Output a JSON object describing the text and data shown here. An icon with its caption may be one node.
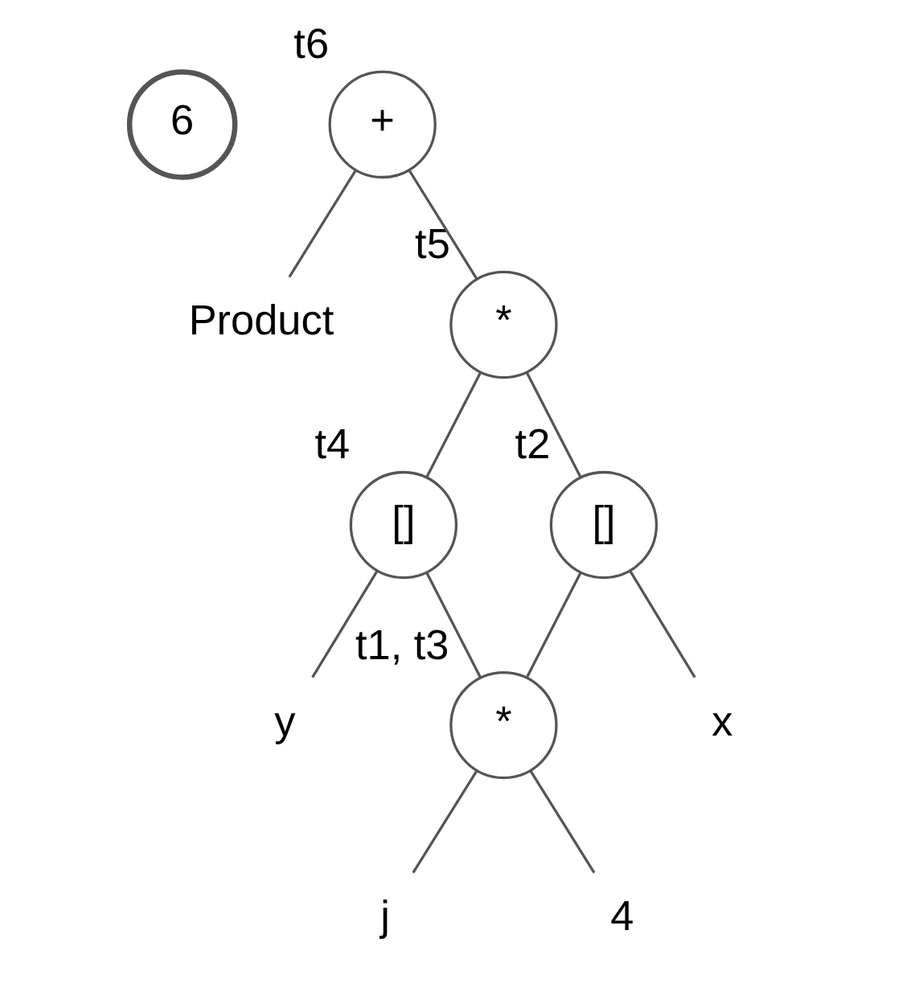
{
  "diagram": {
    "nodes": [
      {
        "text": [
          "6"
        ]
      },
      {
        "text": [
          "+"
        ],
        "beside": [
          "t6"
        ]
      },
      {
        "text": [
          "Product"
        ]
      },
      {
        "text": [
          "*"
        ],
        "beside": [
          "t5"
        ]
      },
      {
        "text": [
          "[]"
        ],
        "beside": [
          "t4"
        ]
      },
      {
        "text": [
          "[]"
        ],
        "beside": [
          "t2"
        ]
      },
      {
        "text": [
          "y"
        ]
      },
      {
        "text": [
          "x"
        ]
      },
      {
        "text": [
          "*"
        ],
        "beside": [
          "t1, t3"
        ]
      },
      {
        "text": [
          "j"
        ]
      },
      {
        "text": [
          "4"
        ]
      }
    ],
    "edges": [
      {
        "from": 1,
        "to": 2,
        "arrow": "none"
      },
      {
        "from": 1,
        "to": 3,
        "arrow": "none"
      },
      {
        "from": 3,
        "to": 4,
        "arrow": "none"
      },
      {
        "from": 3,
        "to": 5,
        "arrow": "none"
      },
      {
        "from": 4,
        "to": 6,
        "arrow": "none"
      },
      {
        "from": 4,
        "to": 8,
        "arrow": "none"
      },
      {
        "from": 5,
        "to": 7,
        "arrow": "none"
      },
      {
        "from": 5,
        "to": 8,
        "arrow": "none"
      },
      {
        "from": 8,
        "to": 9,
        "arrow": "none"
      },
      {
        "from": 8,
        "to": 10,
        "arrow": "none"
      }
    ]
  }
}
